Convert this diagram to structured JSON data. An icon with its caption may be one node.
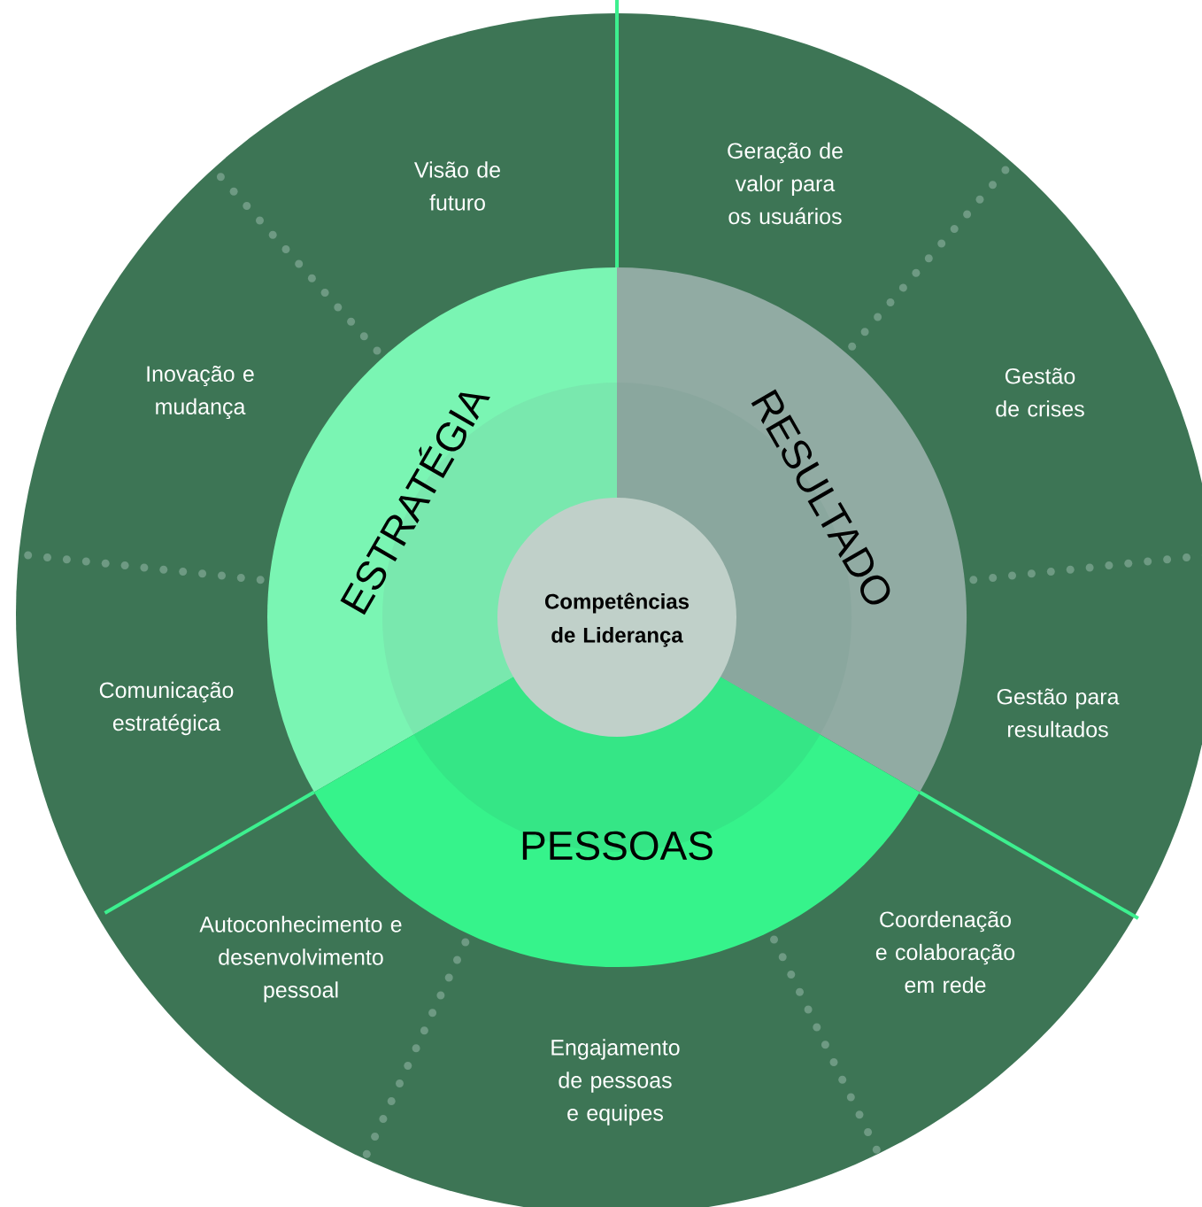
{
  "diagram": {
    "nodes": [
      {
        "text": [
          "Competências de Liderança"
        ]
      },
      {
        "text": [
          "ESTRATÉGIA"
        ]
      },
      {
        "text": [
          "RESULTADO"
        ]
      },
      {
        "text": [
          "PESSOAS"
        ]
      },
      {
        "text": [
          "Visão de futuro"
        ]
      },
      {
        "text": [
          "Geração de valor para os usuários"
        ]
      },
      {
        "text": [
          "Inovação e mudança"
        ]
      },
      {
        "text": [
          "Gestão de crises"
        ]
      },
      {
        "text": [
          "Comunicação estratégica"
        ]
      },
      {
        "text": [
          "Gestão para resultados"
        ]
      },
      {
        "text": [
          "Autoconhecimento e desenvolvimento pessoal"
        ]
      },
      {
        "text": [
          "Coordenação e colaboração em rede"
        ]
      },
      {
        "text": [
          "Engajamento de pessoas e equipes"
        ]
      }
    ]
  }
}
